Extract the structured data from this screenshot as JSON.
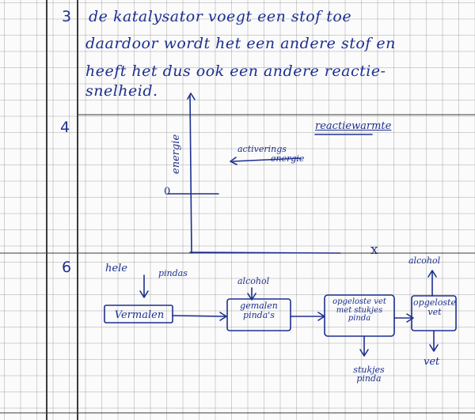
{
  "colors": {
    "ink": "#1c2f8f",
    "paper": "#fbfbfb",
    "grid": "#b5b5b5",
    "rule": "#3a3a3a"
  },
  "question_numbers": {
    "q3": "3",
    "q4": "4",
    "q6": "6"
  },
  "answer3": {
    "lines": [
      "de katalysator voegt een stof toe",
      "daardoor wordt het een andere stof en",
      "heeft het dus ook een andere reactie-",
      "snelheid."
    ]
  },
  "answer4": {
    "title": "reactiewarmte",
    "y_axis_label": "energie",
    "activation_label_line1": "activerings",
    "activation_label_line2": "energie",
    "zero_mark": "0",
    "x_mark": "x"
  },
  "answer6": {
    "input_line1": "hele",
    "input_line2": "pindas",
    "box1": "Vermalen",
    "alcohol_in": "alcohol",
    "box2": "gemalen pinda's",
    "box3": "opgeloste vet met stukjes pinda",
    "stukjes_out": "stukjes pinda",
    "alcohol_out": "alcohol",
    "box4": "opgeloste vet",
    "vet_out": "vet"
  }
}
